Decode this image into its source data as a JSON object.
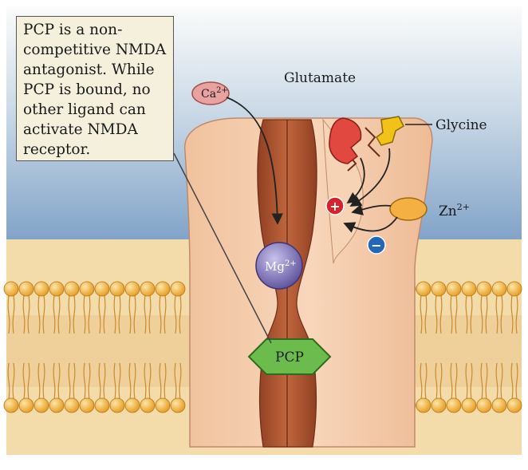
{
  "callout": {
    "lines": [
      "PCP is a non-",
      "competitive NMDA",
      "antagonist. While",
      "PCP is bound, no",
      "other ligand can",
      "activate NMDA",
      "receptor."
    ]
  },
  "labels": {
    "calcium": "Ca",
    "calcium_charge": "2+",
    "glutamate": "Glutamate",
    "glycine": "Glycine",
    "zinc": "Zn",
    "zinc_charge": "2+",
    "magnesium": "Mg",
    "magnesium_charge": "2+",
    "pcp": "PCP",
    "plus_sign": "+",
    "minus_sign": "−"
  },
  "colors": {
    "sky_top": "#fbfcfb",
    "sky_bottom": "#86a8cc",
    "membrane_band": "#f1d9a6",
    "lipid_head": "#f2ae2c",
    "receptor_body": "#f3c7a4",
    "receptor_channel": "#a85432",
    "glutamate": "#e04840",
    "glycine": "#f2c218",
    "zinc": "#f4b043",
    "magnesium": "#7d6fb8",
    "pcp": "#6cbc4d",
    "positive_site": "#d6222d",
    "negative_site": "#2466b8"
  }
}
